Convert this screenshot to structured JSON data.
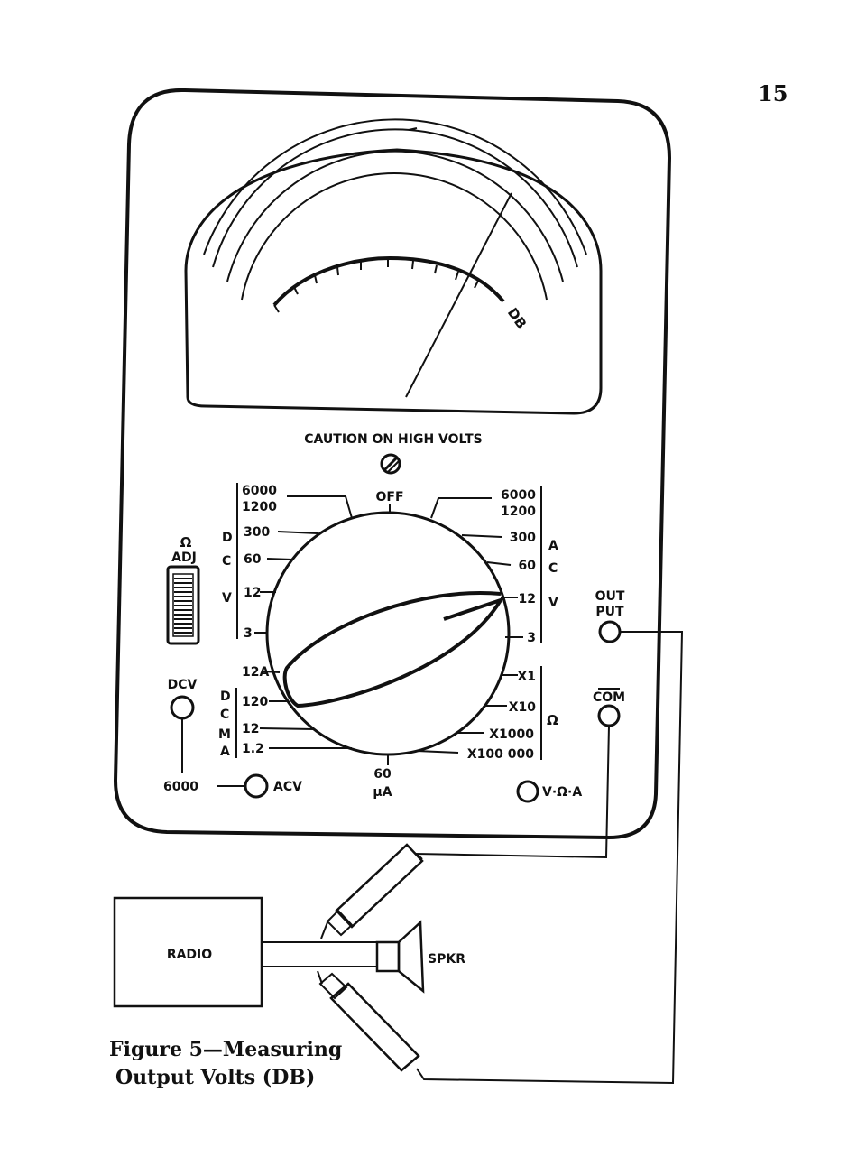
{
  "page_number": "15",
  "meter": {
    "scale_label": "DB",
    "caution": "CAUTION ON HIGH VOLTS",
    "ohm_adjust": {
      "symbol": "Ω",
      "label": "ADJ"
    }
  },
  "selector": {
    "top": "OFF",
    "bottom": [
      "60",
      "μA"
    ],
    "dcv": {
      "group": [
        "D",
        "C",
        "V"
      ],
      "ranges": [
        [
          "6000",
          "1200"
        ],
        "300",
        "60",
        "12",
        "3"
      ]
    },
    "acv": {
      "group": [
        "A",
        "C",
        "V"
      ],
      "ranges": [
        [
          "6000",
          "1200"
        ],
        "300",
        "60",
        "12",
        "3"
      ]
    },
    "dcma": {
      "group": [
        "D",
        "C",
        "M",
        "A"
      ],
      "ranges": [
        "12A",
        "120",
        "12",
        "1.2"
      ]
    },
    "ohms": {
      "group": "Ω",
      "ranges": [
        "X1",
        "X10",
        "X1000",
        "X100 000"
      ]
    }
  },
  "jacks": {
    "dcv": "DCV",
    "dcv_6000": "6000",
    "acv": "ACV",
    "output": [
      "OUT",
      "PUT"
    ],
    "com": "COM",
    "v_ohm_a": "V·Ω·A"
  },
  "radio": {
    "box": "RADIO",
    "speaker": "SPKR"
  },
  "caption": [
    "Figure 5—Measuring",
    "Output Volts (DB)"
  ]
}
